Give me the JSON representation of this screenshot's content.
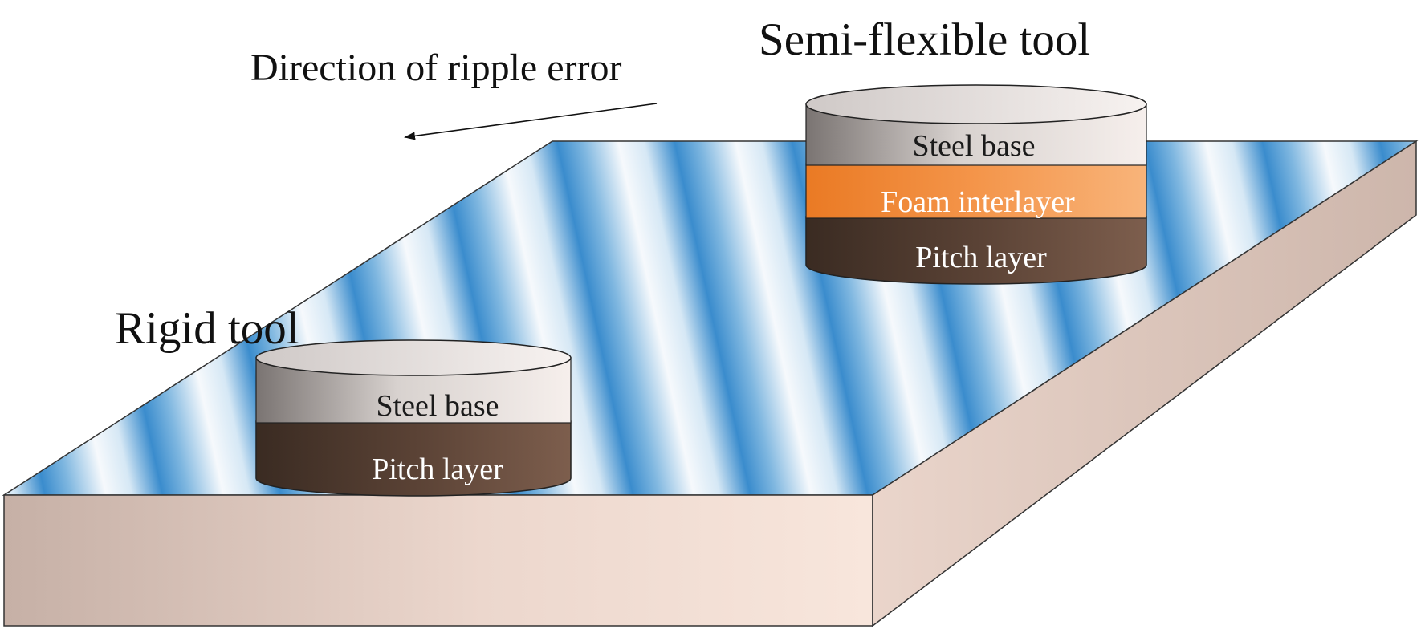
{
  "labels": {
    "direction": "Direction of ripple error",
    "semi_tool_title": "Semi-flexible tool",
    "rigid_tool_title": "Rigid tool"
  },
  "semi_flexible_tool": {
    "steel": "Steel base",
    "foam": "Foam interlayer",
    "pitch": "Pitch layer"
  },
  "rigid_tool": {
    "steel": "Steel base",
    "pitch": "Pitch layer"
  },
  "colors": {
    "stripe_blue": "#3d8fcf",
    "stripe_light": "#f4f8fb",
    "slab_side": "#f3ddd3",
    "slab_side_dark": "#c9b2a8",
    "steel_light": "#f1ecea",
    "steel_dark": "#7c7674",
    "foam": "#f08030",
    "pitch": "#5b4336",
    "pitch_dark": "#3a2b22"
  }
}
